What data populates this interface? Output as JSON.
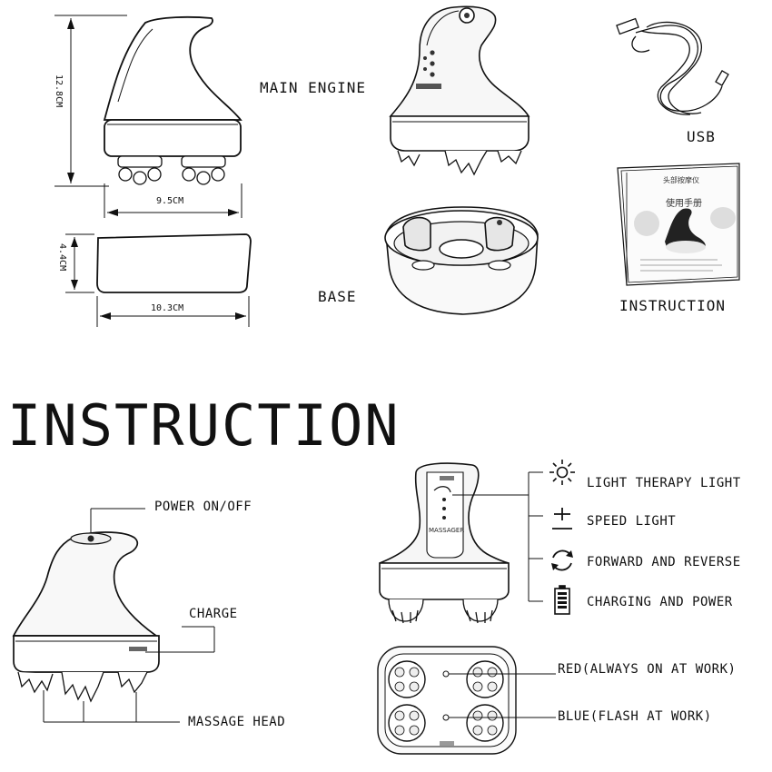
{
  "top": {
    "main_engine_label": "MAIN ENGINE",
    "base_label": "BASE",
    "usb_label": "USB",
    "instruction_label": "INSTRUCTION",
    "dims": {
      "height": "12.8CM",
      "width_top": "9.5CM",
      "base_height": "4.4CM",
      "base_width": "10.3CM"
    },
    "manual_cover": {
      "title_cn": "头部按摩仪",
      "subtitle_cn": "使用手册"
    }
  },
  "section_title": "INSTRUCTION",
  "bottom_left": {
    "power": "POWER ON/OFF",
    "charge": "CHARGE",
    "massage_head": "MASSAGE HEAD"
  },
  "bottom_right": {
    "device_text": "MASSAGER",
    "legend": [
      {
        "icon": "sun-icon",
        "label": "LIGHT THERAPY LIGHT"
      },
      {
        "icon": "plus-minus-icon",
        "label": "SPEED LIGHT"
      },
      {
        "icon": "rotate-icon",
        "label": "FORWARD AND REVERSE"
      },
      {
        "icon": "battery-icon",
        "label": "CHARGING AND POWER"
      }
    ],
    "red_label": "RED(ALWAYS ON AT WORK)",
    "blue_label": "BLUE(FLASH AT WORK)"
  }
}
